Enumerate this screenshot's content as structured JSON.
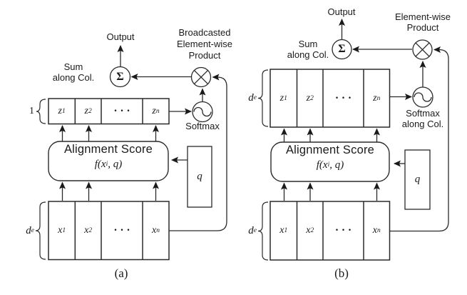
{
  "diagram": {
    "panel_a": {
      "caption": "(a)",
      "output_label": "Output",
      "sum_label": {
        "line1": "Sum",
        "line2": "along Col."
      },
      "sigma_symbol": "Σ",
      "product_label": {
        "line1": "Broadcasted",
        "line2": "Element-wise",
        "line3": "Product"
      },
      "softmax_label": {
        "line1": "Softmax"
      },
      "z_row": {
        "dim_label": "1",
        "cells": [
          {
            "base": "z",
            "sub": "1"
          },
          {
            "base": "z",
            "sub": "2"
          },
          {
            "dots": "•••"
          },
          {
            "base": "z",
            "sub": "n"
          }
        ]
      },
      "alignment_box": {
        "title": "Alignment Score",
        "formula_pre": "f(x",
        "formula_sub": "i",
        "formula_post": ", q)"
      },
      "query_label": "q",
      "x_row": {
        "dim_base": "d",
        "dim_sub": "e",
        "cells": [
          {
            "base": "x",
            "sub": "1"
          },
          {
            "base": "x",
            "sub": "2"
          },
          {
            "dots": "•••"
          },
          {
            "base": "x",
            "sub": "n"
          }
        ]
      }
    },
    "panel_b": {
      "caption": "(b)",
      "output_label": "Output",
      "sum_label": {
        "line1": "Sum",
        "line2": "along Col."
      },
      "sigma_symbol": "Σ",
      "product_label": {
        "line1": "Element-wise",
        "line2": "Product"
      },
      "softmax_label": {
        "line1": "Softmax",
        "line2": "along Col."
      },
      "z_mat": {
        "dim_base": "d",
        "dim_sub": "e",
        "cells": [
          {
            "base": "z",
            "sub": "1"
          },
          {
            "base": "z",
            "sub": "2"
          },
          {
            "dots": "•••"
          },
          {
            "base": "z",
            "sub": "n"
          }
        ]
      },
      "alignment_box": {
        "title": "Alignment Score",
        "formula_pre": "f(x",
        "formula_sub": "i",
        "formula_post": ", q)"
      },
      "query_label": "q",
      "x_row": {
        "dim_base": "d",
        "dim_sub": "e",
        "cells": [
          {
            "base": "x",
            "sub": "1"
          },
          {
            "base": "x",
            "sub": "2"
          },
          {
            "dots": "•••"
          },
          {
            "base": "x",
            "sub": "n"
          }
        ]
      }
    }
  }
}
